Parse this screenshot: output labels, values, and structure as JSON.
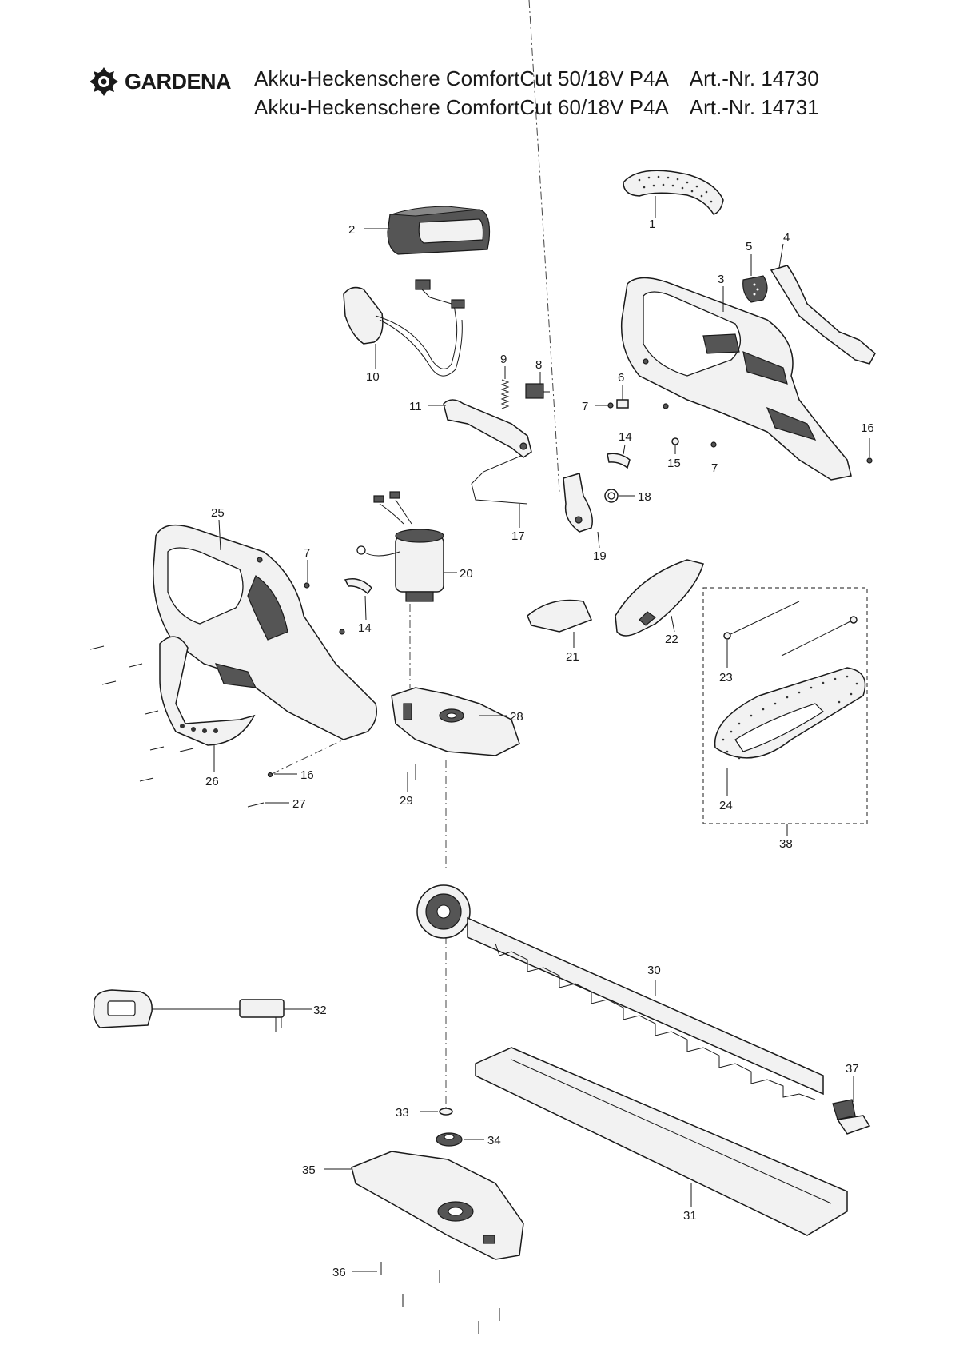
{
  "header": {
    "brand": "GARDENA",
    "lines": [
      {
        "product": "Akku-Heckenschere ComfortCut 50/18V P4A",
        "article": "Art.-Nr. 14730"
      },
      {
        "product": "Akku-Heckenschere ComfortCut 60/18V P4A",
        "article": "Art.-Nr. 14731"
      }
    ]
  },
  "labels": {
    "p1": "1",
    "p2": "2",
    "p3": "3",
    "p4": "4",
    "p5": "5",
    "p6": "6",
    "p7a": "7",
    "p7b": "7",
    "p7c": "7",
    "p8": "8",
    "p9": "9",
    "p10": "10",
    "p11": "11",
    "p14a": "14",
    "p14b": "14",
    "p15": "15",
    "p16a": "16",
    "p16b": "16",
    "p17": "17",
    "p18": "18",
    "p19": "19",
    "p20": "20",
    "p21": "21",
    "p22": "22",
    "p23": "23",
    "p24": "24",
    "p25": "25",
    "p26": "26",
    "p27": "27",
    "p28": "28",
    "p29": "29",
    "p30": "30",
    "p31": "31",
    "p32": "32",
    "p33": "33",
    "p34": "34",
    "p35": "35",
    "p36": "36",
    "p37": "37",
    "p38": "38"
  }
}
